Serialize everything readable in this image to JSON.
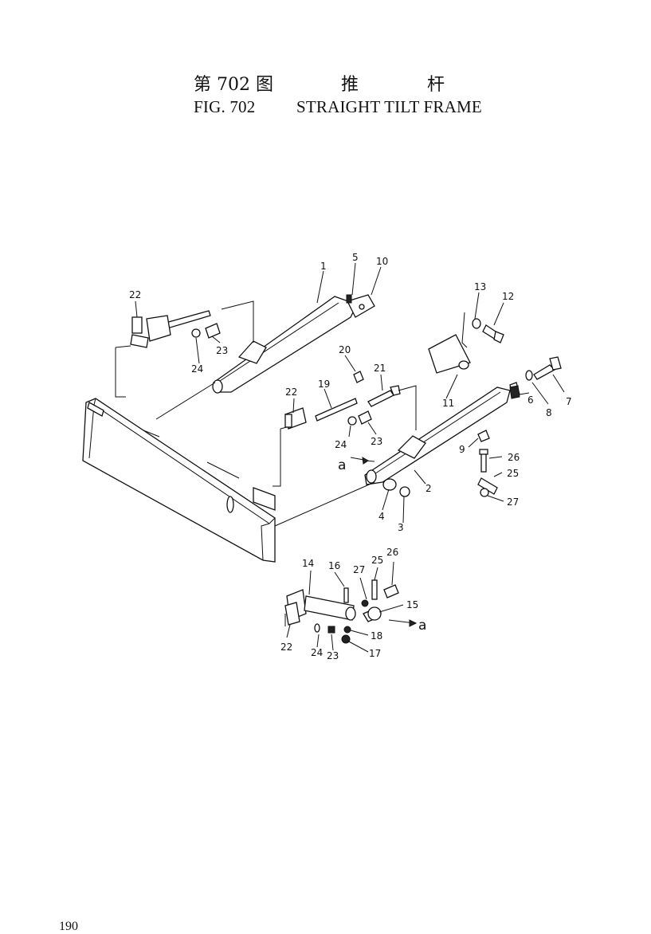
{
  "header": {
    "cn_fig": "第 702 图",
    "cn_word1": "推",
    "cn_word2": "杆",
    "en_fig": "FIG. 702",
    "en_title": "STRAIGHT TILT FRAME"
  },
  "callouts": {
    "c1": "1",
    "c2": "2",
    "c3": "3",
    "c4": "4",
    "c5": "5",
    "c6": "6",
    "c7": "7",
    "c8": "8",
    "c9": "9",
    "c10": "10",
    "c11": "11",
    "c12": "12",
    "c13": "13",
    "c14": "14",
    "c15": "15",
    "c16": "16",
    "c17": "17",
    "c18": "18",
    "c19": "19",
    "c20": "20",
    "c21": "21",
    "c22a": "22",
    "c22b": "22",
    "c22c": "22",
    "c23a": "23",
    "c23b": "23",
    "c23c": "23",
    "c24a": "24",
    "c24b": "24",
    "c24c": "24",
    "c25a": "25",
    "c25b": "25",
    "c26a": "26",
    "c26b": "26",
    "c27a": "27",
    "c27b": "27",
    "a1": "a",
    "a2": "a"
  },
  "footer": {
    "page_number": "190"
  }
}
